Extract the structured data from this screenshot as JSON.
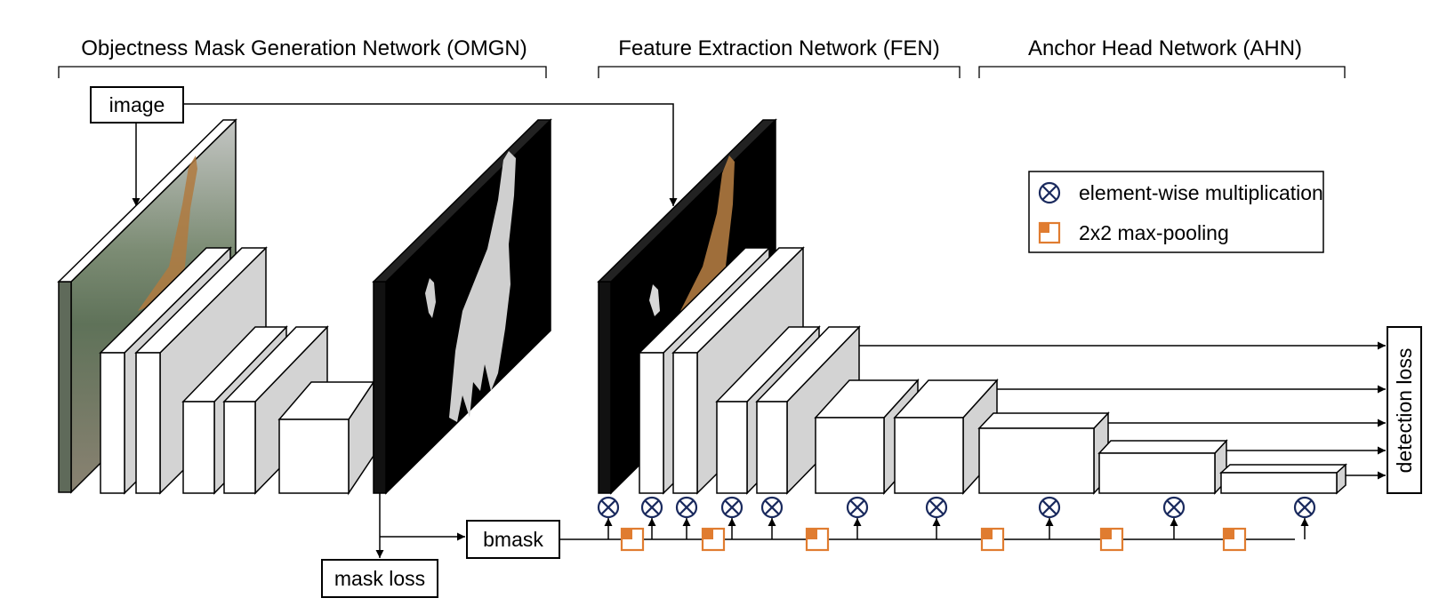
{
  "sections": [
    {
      "id": "omgn",
      "label": "Objectness Mask Generation Network (OMGN)"
    },
    {
      "id": "fen",
      "label": "Feature Extraction Network (FEN)"
    },
    {
      "id": "ahn",
      "label": "Anchor Head Network (AHN)"
    }
  ],
  "nodes": {
    "image": "image",
    "bmask": "bmask",
    "mask_loss": "mask loss",
    "detection_loss": "detection loss"
  },
  "legend": {
    "multiplication": "element-wise multiplication",
    "maxpool": "2x2 max-pooling"
  },
  "icons": {
    "multiplication": "circled-times-icon",
    "maxpool": "max-pooling-square-icon"
  },
  "colors": {
    "line": "#000000",
    "box_face": "#ffffff",
    "box_side": "#d3d3d3",
    "mask_background": "#000000",
    "mask_foreground": "#cfcfcf",
    "multiply_symbol": "#1a2a5e",
    "maxpool_symbol": "#e07c30",
    "photo_sky": "#c4c6c4",
    "photo_trees": "#5f7259",
    "photo_ground": "#8a8272",
    "giraffe": "#b07a40"
  }
}
